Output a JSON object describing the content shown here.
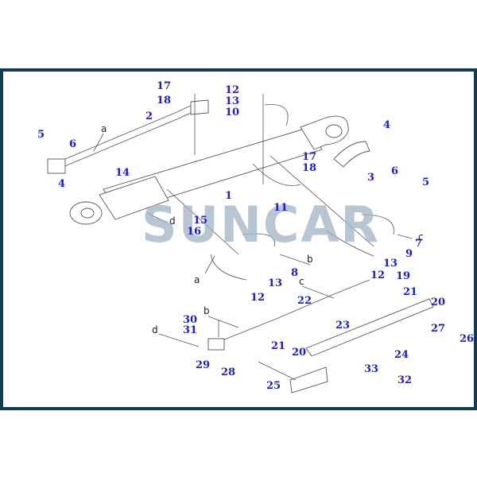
{
  "watermark": "SUNCAR",
  "part_labels": [
    "17",
    "18",
    "12",
    "13",
    "10",
    "2",
    "5",
    "6",
    "14",
    "4",
    "4",
    "17",
    "18",
    "3",
    "6",
    "5",
    "1",
    "11",
    "15",
    "16",
    "7",
    "9",
    "13",
    "8",
    "12",
    "19",
    "13",
    "21",
    "12",
    "20",
    "22",
    "23",
    "27",
    "26",
    "30",
    "31",
    "21",
    "20",
    "24",
    "29",
    "28",
    "33",
    "32",
    "25"
  ],
  "reference_letters": [
    "a",
    "d",
    "b",
    "c",
    "a",
    "b",
    "d",
    "c"
  ],
  "colors": {
    "frame": "#0e3b56",
    "label": "#1c1ccf",
    "watermark": "#9fb3c4"
  }
}
